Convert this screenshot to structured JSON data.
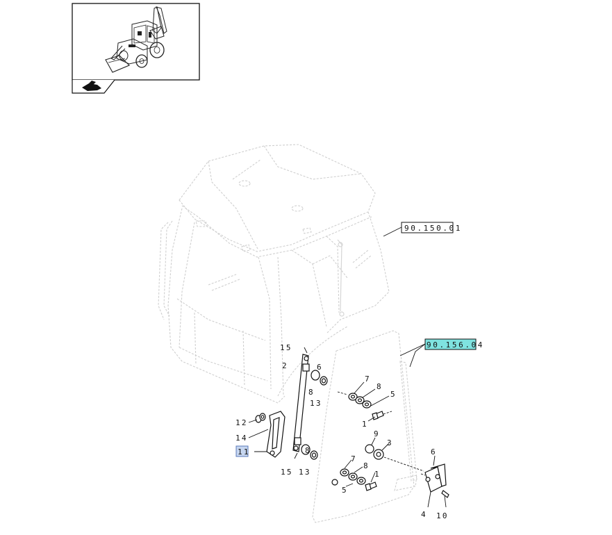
{
  "thumbnail": {
    "alt_name": "backhoe-loader-thumbnail",
    "nav_icon": "hand-pointer-icon"
  },
  "references": {
    "ref_top": "90.150.01",
    "ref_highlight": "90.156.04",
    "highlight_color": "#7fe3e0"
  },
  "callouts": {
    "c15a": "15",
    "c2": "2",
    "c6a": "6",
    "c8a": "8",
    "c13a": "13",
    "c7a": "7",
    "c8b": "8",
    "c5a": "5",
    "c1a": "1",
    "c12": "12",
    "c14": "14",
    "c11": "11",
    "c9": "9",
    "c3": "3",
    "c7b": "7",
    "c8c": "8",
    "c8d": "8",
    "c13b": "13",
    "c15b": "15",
    "c1b": "1",
    "c5b": "5",
    "c6b": "6",
    "c4": "4",
    "c10": "10",
    "selected_highlight": "#c6d6f0"
  }
}
